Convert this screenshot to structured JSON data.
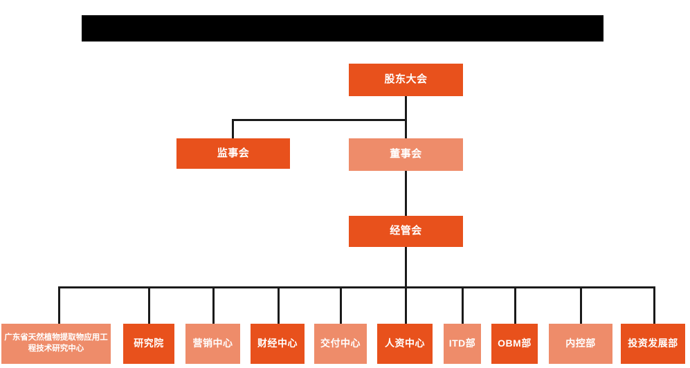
{
  "diagram": {
    "type": "org-chart",
    "title_bar": {
      "redacted": true,
      "text": "",
      "color": "#000000"
    },
    "colors": {
      "accent_dark": "#E8511C",
      "accent_light": "#EE8C6A",
      "connector": "#1a1a1a",
      "background": "#ffffff",
      "node_text": "#ffffff"
    },
    "levels": {
      "level1": {
        "shareholders_meeting": "股东大会"
      },
      "level2": {
        "supervisory_board": "监事会",
        "board_of_directors": "董事会"
      },
      "level3": {
        "management_committee": "经管会"
      }
    },
    "departments": [
      {
        "label": "广东省天然植物提取物应用工程技术研究中心",
        "shade": "light"
      },
      {
        "label": "研究院",
        "shade": "dark"
      },
      {
        "label": "营销中心",
        "shade": "light"
      },
      {
        "label": "财经中心",
        "shade": "dark"
      },
      {
        "label": "交付中心",
        "shade": "light"
      },
      {
        "label": "人资中心",
        "shade": "dark"
      },
      {
        "label": "ITD部",
        "shade": "light"
      },
      {
        "label": "OBM部",
        "shade": "dark"
      },
      {
        "label": "内控部",
        "shade": "light"
      },
      {
        "label": "投资发展部",
        "shade": "dark"
      }
    ]
  }
}
